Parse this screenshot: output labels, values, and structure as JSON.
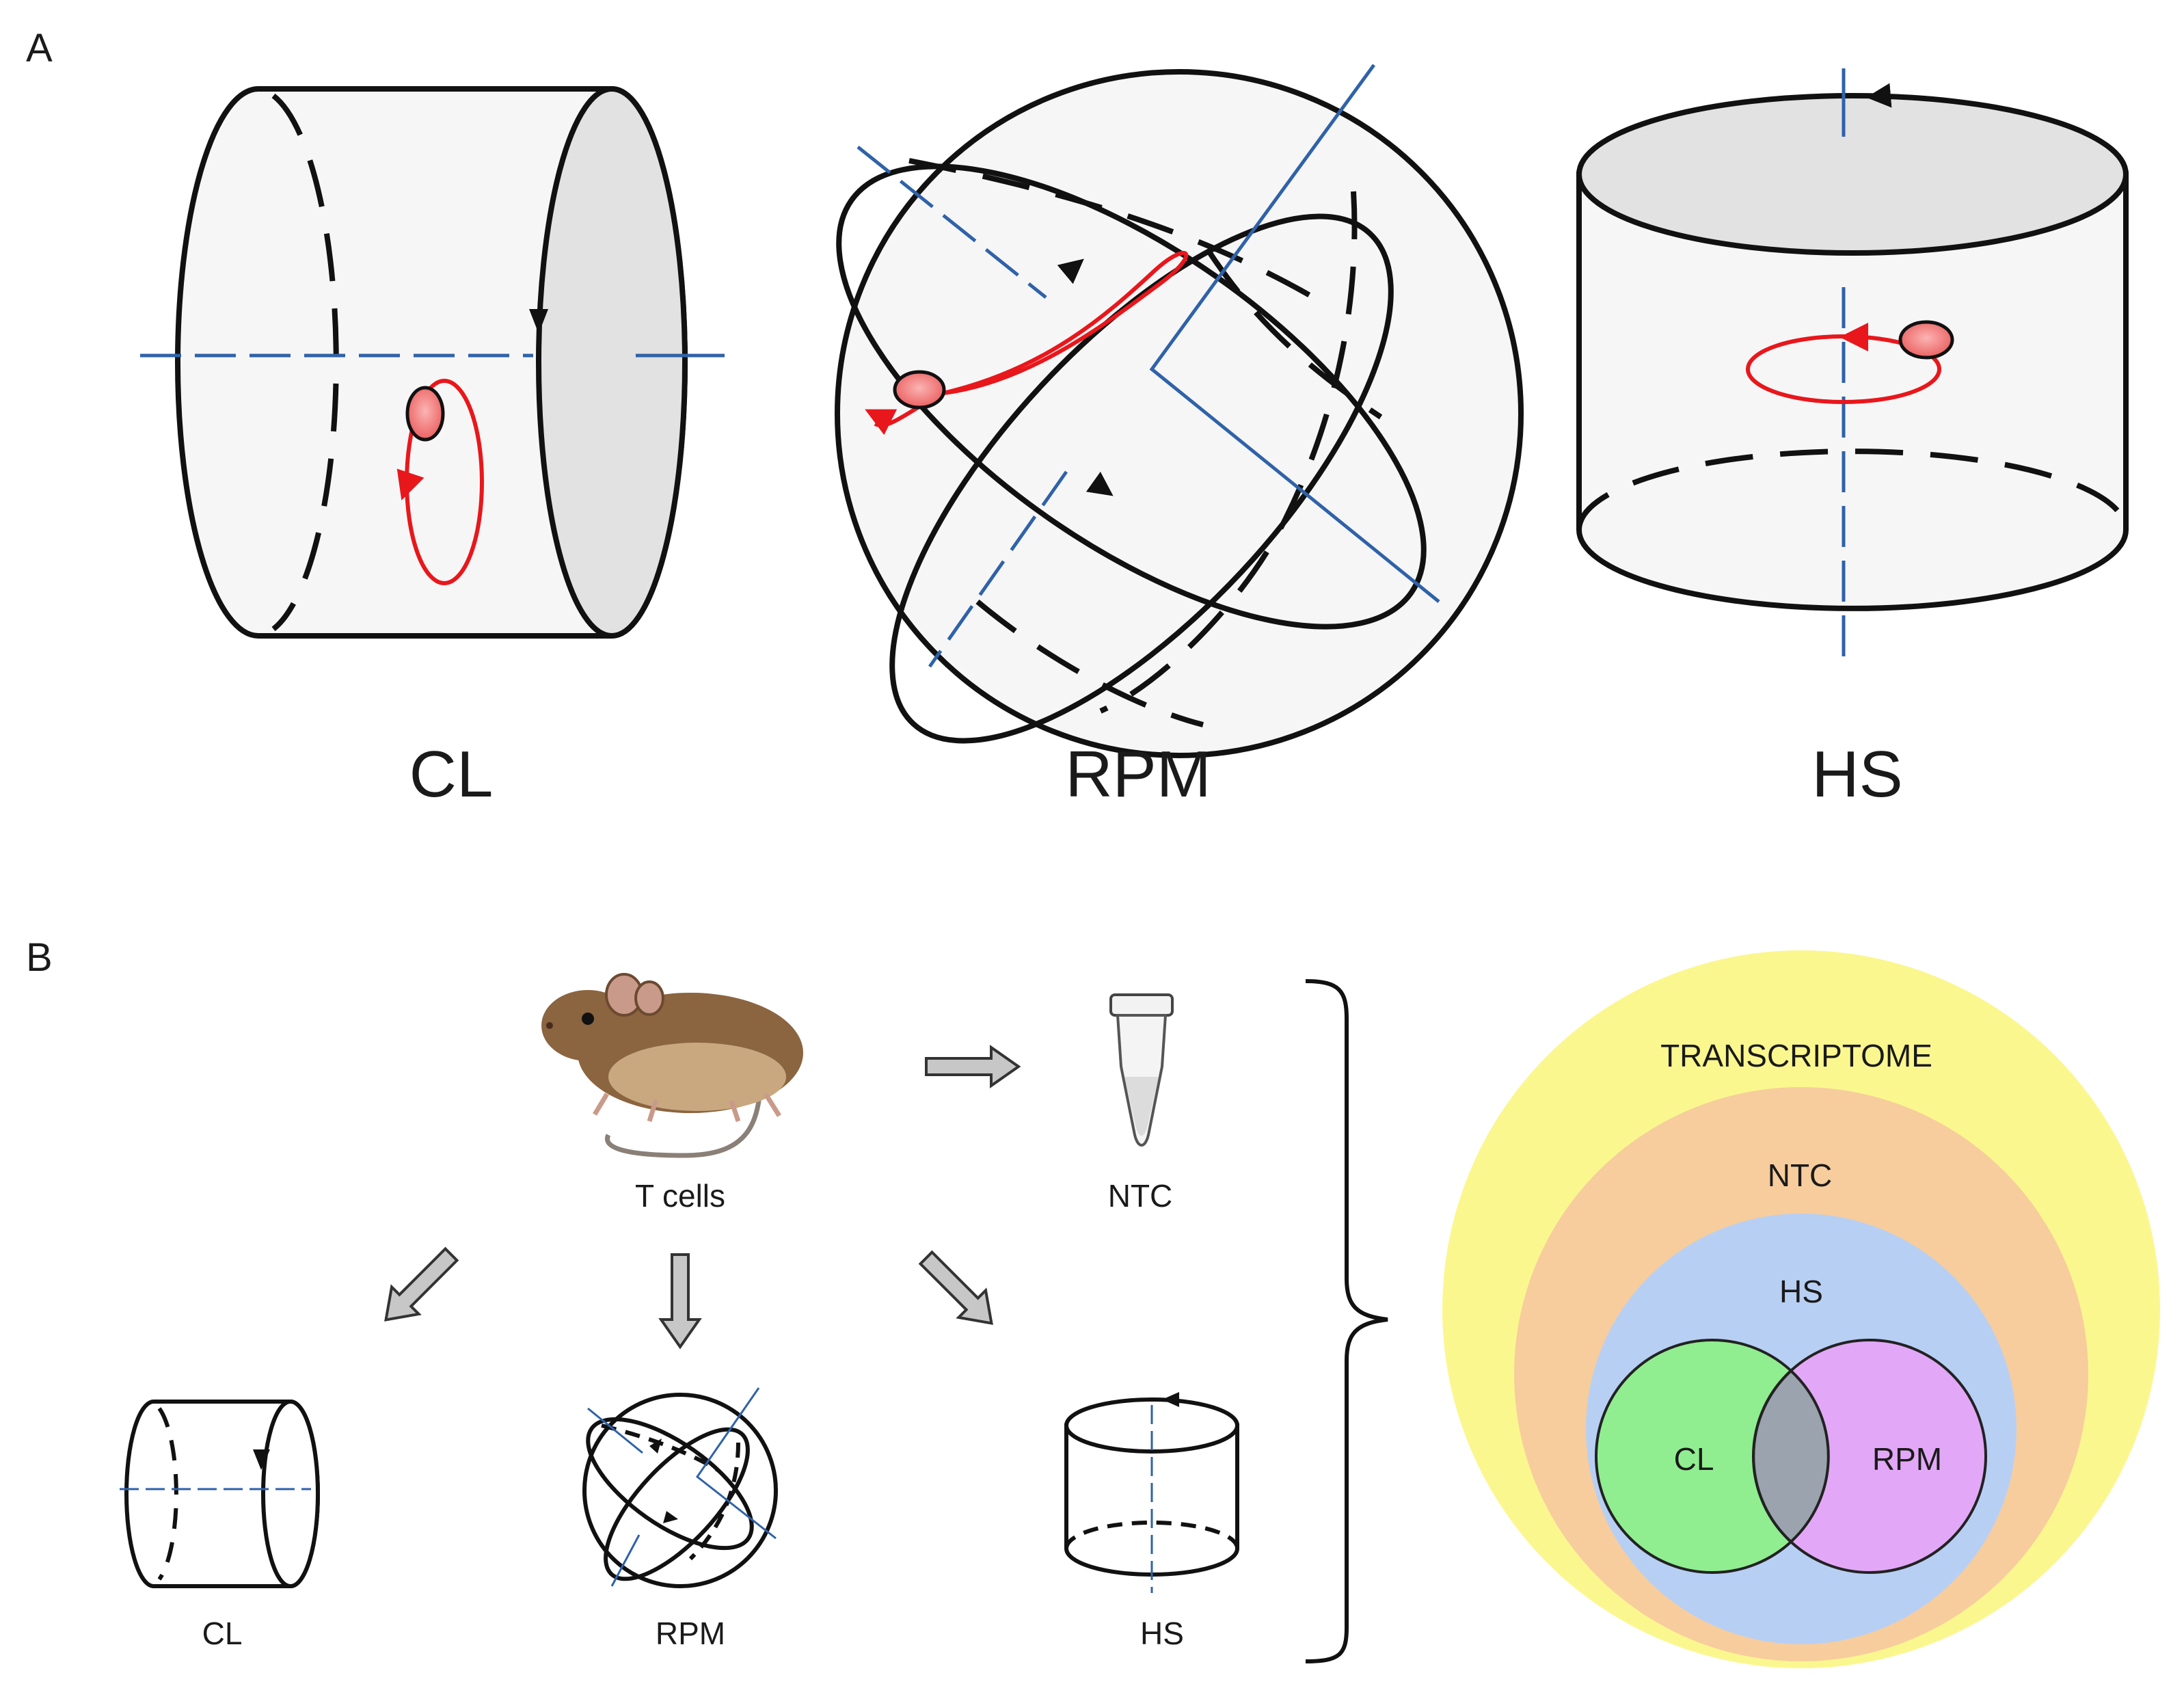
{
  "panel_a": {
    "letter": "A",
    "labels": {
      "cl": "CL",
      "rpm": "RPM",
      "hs": "HS"
    }
  },
  "panel_b": {
    "letter": "B",
    "mouse_label": "T cells",
    "ntc_label": "NTC",
    "device_labels": {
      "cl": "CL",
      "rpm": "RPM",
      "hs": "HS"
    },
    "venn": {
      "transcriptome": "TRANSCRIPTOME",
      "ntc": "NTC",
      "hs": "HS",
      "cl": "CL",
      "rpm": "RPM"
    }
  },
  "colors": {
    "outline": "#111111",
    "axis": "#2f62a8",
    "cell_path": "#e8171c",
    "cell_fill": "#f08080",
    "arrow_fill": "#c7c7c7",
    "venn_transcriptome": "#fbf78f",
    "venn_ntc": "#f7cd9d",
    "venn_hs": "#b8cff4",
    "venn_cl": "#90ee90",
    "venn_rpm": "#e2a8f7",
    "venn_overlap": "#9aa3ae"
  }
}
